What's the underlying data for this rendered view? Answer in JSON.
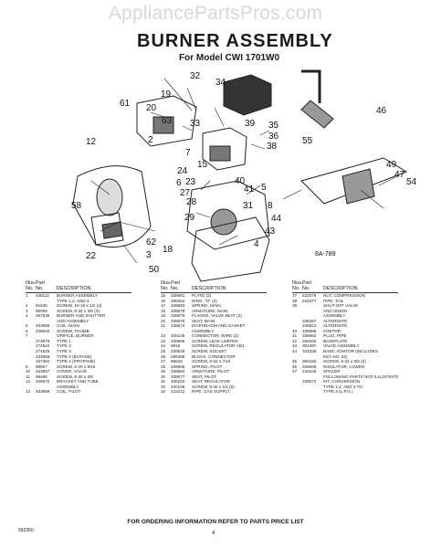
{
  "site_header": "AppliancePartsPros.com",
  "title": "BURNER ASSEMBLY",
  "subtitle": "For Model CWI 1701W0",
  "figure_label": "8A-789",
  "callouts": [
    "32",
    "34",
    "19",
    "20",
    "61",
    "63",
    "2",
    "33",
    "39",
    "35",
    "36",
    "38",
    "7",
    "12",
    "55",
    "6",
    "27",
    "40",
    "41",
    "47",
    "49",
    "5",
    "46",
    "54",
    "28",
    "29",
    "31",
    "8",
    "44",
    "43",
    "4",
    "58",
    "62",
    "3",
    "18",
    "50",
    "22",
    "24",
    "23",
    "15"
  ],
  "table_headers": {
    "illus": "Illus.",
    "no": "No.",
    "part": "Part",
    "part_no": "No.",
    "description": "DESCRIPTION"
  },
  "parts_col1": [
    {
      "no": "1",
      "part": "345112",
      "desc": "BURNER ASSEMBLY"
    },
    {
      "no": "",
      "part": "",
      "desc": "TYPE 1,2, AND 3"
    },
    {
      "no": "2",
      "part": "91635",
      "desc": "SCREW, 10-16 x 1/2 (3)"
    },
    {
      "no": "3",
      "part": "98059",
      "desc": "SCREW, 8-32 x 3/8 (3)"
    },
    {
      "no": "4",
      "part": "297536",
      "desc": "BURNER AND SHUTTER"
    },
    {
      "no": "",
      "part": "",
      "desc": "AND ASSEMBLY"
    },
    {
      "no": "5",
      "part": "343866",
      "desc": "COIL, MAIN"
    },
    {
      "no": "6",
      "part": "236640",
      "desc": "SCREW, THUMB"
    },
    {
      "no": "7",
      "part": "",
      "desc": "ORIFICE, BURNER"
    },
    {
      "no": "",
      "part": "274876",
      "desc": "TYPE 1"
    },
    {
      "no": "",
      "part": "274524",
      "desc": "TYPE 2"
    },
    {
      "no": "",
      "part": "274525",
      "desc": "TYPE 3"
    },
    {
      "no": "",
      "part": "234868",
      "desc": "TYPE 4 (BUTANE)"
    },
    {
      "no": "",
      "part": "337384",
      "desc": "TYPE 4 (PROPANE)"
    },
    {
      "no": "8",
      "part": "98657",
      "desc": "SCREW, 6-20 x 9/16"
    },
    {
      "no": "10",
      "part": "343867",
      "desc": "COVER, VALVE"
    },
    {
      "no": "11",
      "part": "99468",
      "desc": "SCREW, 8-32 x 3/8"
    },
    {
      "no": "12",
      "part": "338570",
      "desc": "BRACKET AND TUBE"
    },
    {
      "no": "",
      "part": "",
      "desc": "ASSEMBLY"
    },
    {
      "no": "14",
      "part": "343868",
      "desc": "COIL, PILOT"
    }
  ],
  "parts_col2": [
    {
      "no": "15",
      "part": "338691",
      "desc": "PLATE (2)"
    },
    {
      "no": "16",
      "part": "296362",
      "desc": "RING, \"O\" (2)"
    },
    {
      "no": "17",
      "part": "338683",
      "desc": "SPRING, MAIN"
    },
    {
      "no": "18",
      "part": "338678",
      "desc": "ARMATURE, MAIN"
    },
    {
      "no": "19",
      "part": "338679",
      "desc": "FLANGE, VALVE SEAT (2)"
    },
    {
      "no": "20",
      "part": "338676",
      "desc": "SEAT, MAIN"
    },
    {
      "no": "21",
      "part": "338574",
      "desc": "DIAPHRAGM AND GASKET"
    },
    {
      "no": "",
      "part": "",
      "desc": "ASSEMBLY"
    },
    {
      "no": "22",
      "part": "340146",
      "desc": "CONNECTOR, WIRE (3)"
    },
    {
      "no": "23",
      "part": "338668",
      "desc": "SCREW, LEAK LIMITER"
    },
    {
      "no": "24",
      "part": "9916",
      "desc": "SCREW, REGULATOR ADJ."
    },
    {
      "no": "25",
      "part": "338526",
      "desc": "SCREW, SOCKET"
    },
    {
      "no": "26",
      "part": "296398",
      "desc": "BLOCK, CONNECTOR"
    },
    {
      "no": "27",
      "part": "98526",
      "desc": "SCREW, 6-32 x 7/16"
    },
    {
      "no": "28",
      "part": "338665",
      "desc": "SPRING, PILOT"
    },
    {
      "no": "29",
      "part": "338684",
      "desc": "ARMATURE, PILOT"
    },
    {
      "no": "30",
      "part": "338677",
      "desc": "SEAT, PILOT"
    },
    {
      "no": "31",
      "part": "335222",
      "desc": "SEAT, REGULATOR"
    },
    {
      "no": "32",
      "part": "340136",
      "desc": "SCREW, 8-32 x 1/2 (8)"
    },
    {
      "no": "34",
      "part": "233212",
      "desc": "PIPE, GAS SUPPLY"
    }
  ],
  "parts_col3": [
    {
      "no": "37",
      "part": "232076",
      "desc": "NUT, COMPRESSION"
    },
    {
      "no": "38",
      "part": "232377",
      "desc": "PIPE, TAIL"
    },
    {
      "no": "39",
      "part": "",
      "desc": "SHUT-OFF VALVE"
    },
    {
      "no": "",
      "part": "",
      "desc": "AND UNION"
    },
    {
      "no": "",
      "part": "",
      "desc": "ASSEMBLY"
    },
    {
      "no": "",
      "part": "338467",
      "desc": "ALTERNATE"
    },
    {
      "no": "",
      "part": "345821",
      "desc": "ALTERNATE"
    },
    {
      "no": "40",
      "part": "338985",
      "desc": "IGNITOR"
    },
    {
      "no": "41",
      "part": "336982",
      "desc": "PLUG, PIPE"
    },
    {
      "no": "42",
      "part": "338455",
      "desc": "BASEPLATE"
    },
    {
      "no": "43",
      "part": "352497",
      "desc": "VALVE ASSEMBLY"
    },
    {
      "no": "44",
      "part": "343338",
      "desc": "BASE, IGNITOR (INCLUDES"
    },
    {
      "no": "",
      "part": "",
      "desc": "KEY NO. 62)"
    },
    {
      "no": "45",
      "part": "390182",
      "desc": "SCREW, 8-32 x 5/8 (2)"
    },
    {
      "no": "46",
      "part": "336685",
      "desc": "INSULATOR, LOWER"
    },
    {
      "no": "47",
      "part": "240445",
      "desc": "SPACER"
    },
    {
      "no": "",
      "part": "",
      "desc": "FOLLOWING PARTS NOT ILLUSTRATED"
    },
    {
      "no": "",
      "part": "339072",
      "desc": "KIT, CONVERSION"
    },
    {
      "no": "",
      "part": "",
      "desc": "TYPE 1,2, AND 3 TO"
    },
    {
      "no": "",
      "part": "",
      "desc": "TYPE 4 (L.P.G.)"
    }
  ],
  "footer_note": "FOR ORDERING INFORMATION REFER TO PARTS PRICE LIST",
  "page_number": "4",
  "doc_code": "582350"
}
